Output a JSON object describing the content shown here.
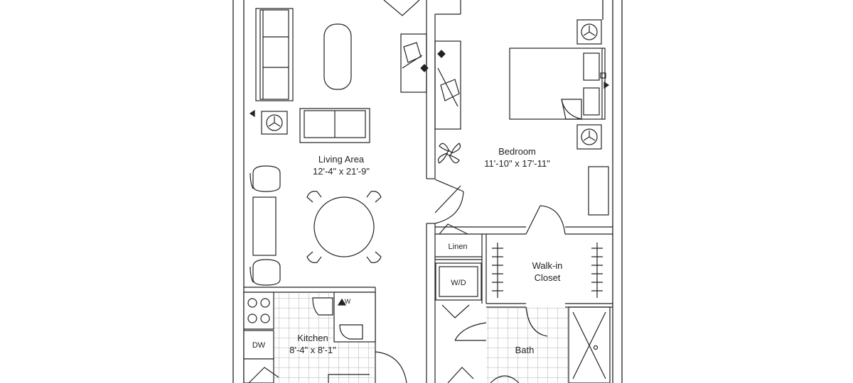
{
  "rooms": {
    "living": {
      "name": "Living Area",
      "size": "12'-4\" x 21'-9\""
    },
    "bedroom": {
      "name": "Bedroom",
      "size": "11'-10\" x 17'-11\""
    },
    "kitchen": {
      "name": "Kitchen",
      "size": "8'-4\" x 8'-1\""
    },
    "closet": {
      "line1": "Walk-in",
      "line2": "Closet"
    },
    "bath": {
      "name": "Bath"
    },
    "linen": {
      "name": "Linen"
    },
    "laundry": {
      "name": "W/D"
    }
  },
  "fixtures": {
    "dishwasher": "DW",
    "water_heater": "W"
  },
  "colors": {
    "line": "#222222",
    "floor_tile": "#9a9a9a",
    "background": "#ffffff"
  }
}
